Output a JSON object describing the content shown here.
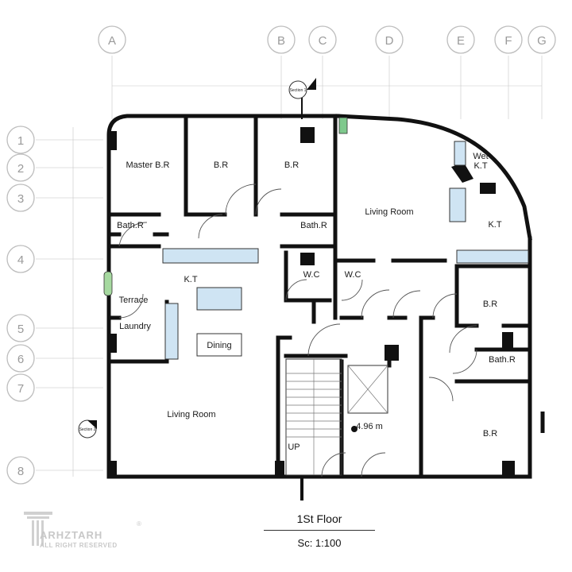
{
  "grid": {
    "columns": [
      "A",
      "B",
      "C",
      "D",
      "E",
      "F",
      "G"
    ],
    "rows": [
      "1",
      "2",
      "3",
      "4",
      "5",
      "6",
      "7",
      "8"
    ]
  },
  "rooms": {
    "master_br": "Master B.R",
    "br_1": "B.R",
    "br_2": "B.R",
    "wet_kt": "Wet\nK.T",
    "living_room_upper": "Living Room",
    "kt_right": "K.T",
    "bath_r_left": "Bath.R",
    "bath_r_mid": "Bath.R",
    "kt_left": "K.T",
    "wc_1": "W.C",
    "wc_2": "W.C",
    "terrace": "Terrace",
    "laundry": "Laundry",
    "dining": "Dining",
    "br_3": "B.R",
    "bath_r_right": "Bath.R",
    "living_room_lower": "Living Room",
    "elevator_dim": "4.96 m",
    "up": "UP",
    "br_4": "B.R"
  },
  "sections": {
    "section_1": "Section 1",
    "section_2": "Section 2"
  },
  "title": {
    "floor": "1St Floor",
    "scale": "Sc: 1:100"
  },
  "logo": {
    "name": "ARHZTARH",
    "tagline": "ALL RIGHT RESERVED",
    "registered": "®"
  }
}
